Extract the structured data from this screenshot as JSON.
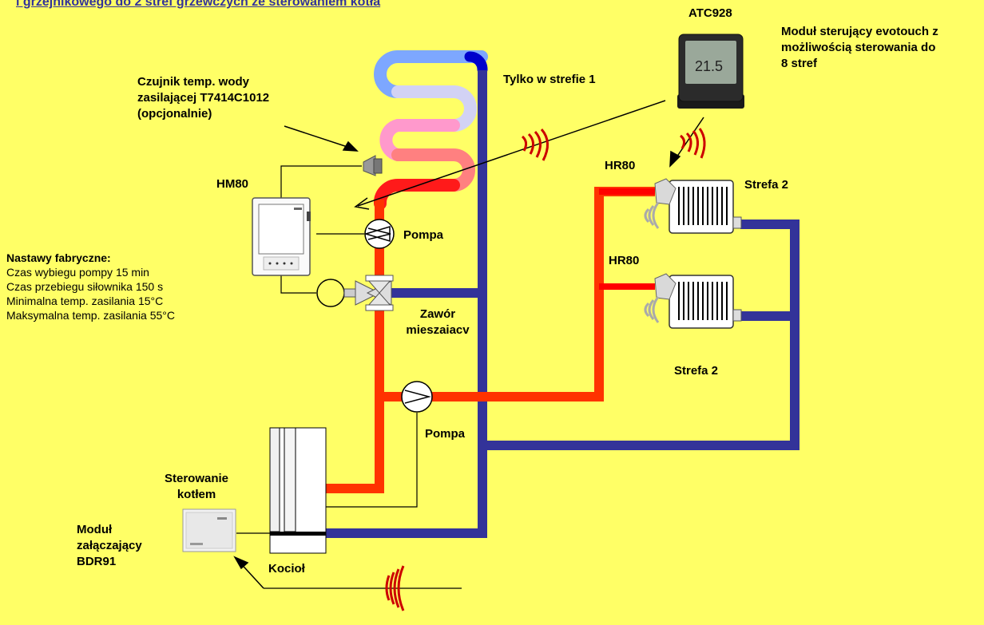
{
  "title": "i grzejnikowego do 2 stref grzewczych ze sterowaniem kotła",
  "labels": {
    "atc928": "ATC928",
    "evotouch": [
      "Moduł sterujący evotouch z",
      "możliwością sterowania do",
      "8 stref"
    ],
    "evotouch_display": "21.5",
    "czujnik": [
      "Czujnik temp. wody",
      "zasilającej T7414C1012",
      "(opcjonalnie)"
    ],
    "tylko": "Tylko w strefie 1",
    "hm80": "HM80",
    "pompa_top": "Pompa",
    "pompa_bottom": "Pompa",
    "zawor": [
      "Zawór",
      "mieszaiacv"
    ],
    "hr80_top": "HR80",
    "hr80_bottom": "HR80",
    "strefa_top": "Strefa 2",
    "strefa_bottom": "Strefa 2",
    "sterowanie": [
      "Sterowanie",
      "kotłem"
    ],
    "modul": [
      "Moduł",
      "załączający",
      "BDR91"
    ],
    "kociol": "Kocioł"
  },
  "nastawy": {
    "header": "Nastawy fabryczne:",
    "lines": [
      "Czas wybiegu pompy 15 min",
      "Czas przebiegu siłownika  150 s",
      "Minimalna temp. zasilania 15°C",
      "Maksymalna temp. zasilania 55°C"
    ]
  },
  "colors": {
    "background": "#FFFF66",
    "supply": "#FF3300",
    "return": "#333399",
    "wireless": "#CC0000",
    "title": "#33339A"
  }
}
